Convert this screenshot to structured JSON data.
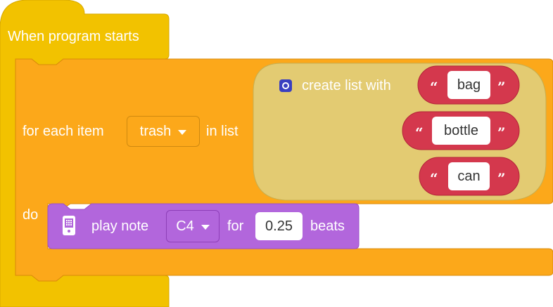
{
  "hat_block": {
    "label": "When program starts"
  },
  "for_each_block": {
    "label_prefix": "for each item",
    "variable": "trash",
    "label_suffix": "in list",
    "do_label": "do"
  },
  "list_block": {
    "label": "create list with",
    "items": [
      "bag",
      "bottle",
      "can"
    ]
  },
  "play_note_block": {
    "label": "play note",
    "note": "C4",
    "for_label": "for",
    "beats_value": "0.25",
    "beats_label": "beats"
  },
  "colors": {
    "events": "#f2c200",
    "control": "#fca81a",
    "list_container": "#e3cb72",
    "text_item": "#d4384d",
    "sound": "#b266dc"
  }
}
